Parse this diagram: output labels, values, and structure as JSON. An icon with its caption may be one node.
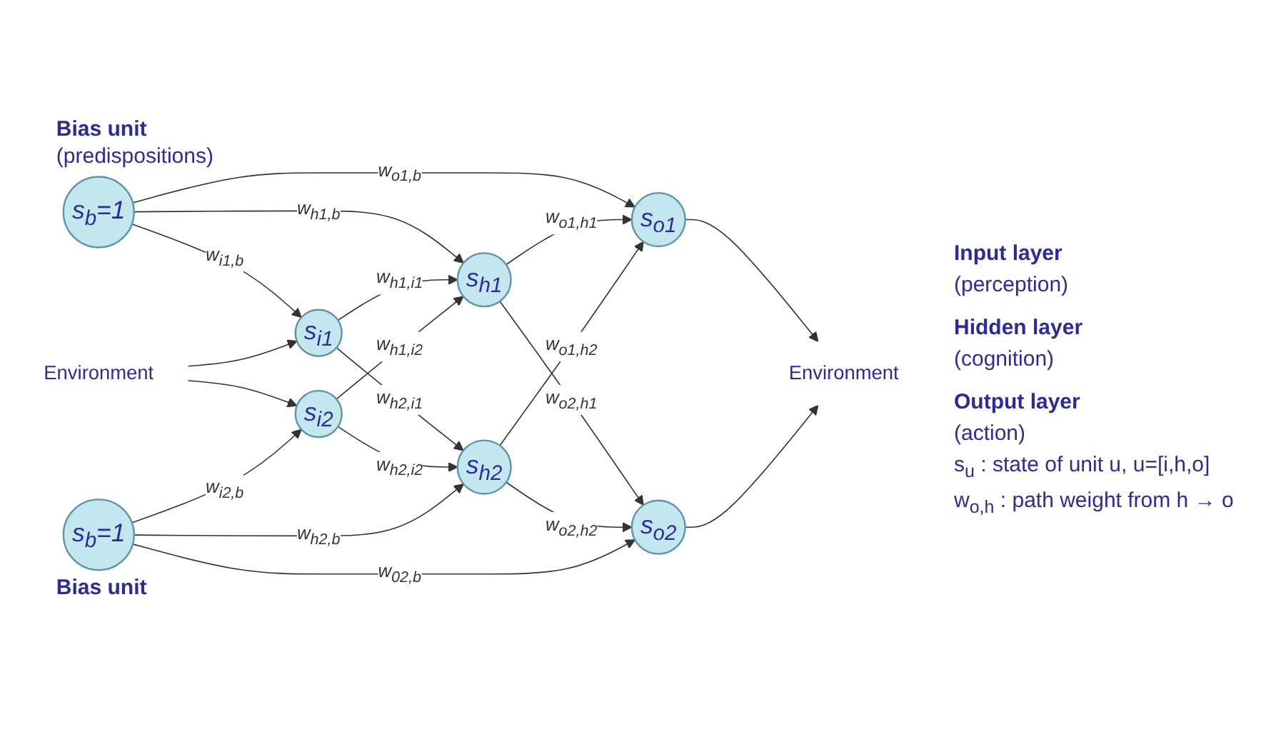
{
  "diagram": {
    "nodes": [
      {
        "text": [
          "s$_{b}$=1"
        ],
        "beside": [
          "Bias unit",
          "(predispositions)"
        ]
      },
      {
        "text": [
          "Environment"
        ]
      },
      {
        "text": [
          "s$_{i1}$"
        ]
      },
      {
        "text": [
          "s$_{h1}$"
        ]
      },
      {
        "text": [
          "s$_{o1}$"
        ]
      },
      {
        "text": [
          "Environment"
        ]
      },
      {
        "text": [
          "s$_{i2}$"
        ]
      },
      {
        "text": [
          "s$_{h2}$"
        ]
      },
      {
        "text": [
          "s$_{o2}$"
        ]
      },
      {
        "text": [
          "s$_{b}$=1"
        ],
        "beside": [
          "Bias unit"
        ]
      }
    ],
    "edges": [
      {
        "from": 0,
        "to": 2,
        "arrow": "to",
        "label": "w$_{i1,b}$"
      },
      {
        "from": 0,
        "to": 3,
        "arrow": "to",
        "label": "w$_{h1,b}$"
      },
      {
        "from": 0,
        "to": 4,
        "arrow": "to",
        "label": "w$_{o1,b}$"
      },
      {
        "from": 1,
        "to": 2,
        "arrow": "to"
      },
      {
        "from": 1,
        "to": 6,
        "arrow": "to"
      },
      {
        "from": 2,
        "to": 3,
        "arrow": "to",
        "label": "w$_{h1,i1}$"
      },
      {
        "from": 2,
        "to": 7,
        "arrow": "to",
        "label": "w$_{h2,i1}$"
      },
      {
        "from": 6,
        "to": 3,
        "arrow": "to",
        "label": "w$_{h1,i2}$"
      },
      {
        "from": 6,
        "to": 7,
        "arrow": "to",
        "label": "w$_{h2,i2}$"
      },
      {
        "from": 3,
        "to": 4,
        "arrow": "to",
        "label": "w$_{o1,h1}$"
      },
      {
        "from": 3,
        "to": 8,
        "arrow": "to",
        "label": "w$_{o2,h1}$"
      },
      {
        "from": 7,
        "to": 4,
        "arrow": "to",
        "label": "w$_{o1,h2}$"
      },
      {
        "from": 7,
        "to": 8,
        "arrow": "to",
        "label": "w$_{o2,h2}$"
      },
      {
        "from": 4,
        "to": 5,
        "arrow": "to"
      },
      {
        "from": 8,
        "to": 5,
        "arrow": "to"
      },
      {
        "from": 9,
        "to": 6,
        "arrow": "to",
        "label": "w$_{i2,b}$"
      },
      {
        "from": 9,
        "to": 7,
        "arrow": "to",
        "label": "w$_{h2,b}$"
      },
      {
        "from": 9,
        "to": 8,
        "arrow": "to",
        "label": "w$_{02,b}$"
      }
    ],
    "labels": [
      "Input layer",
      "(perception)",
      "Hidden layer",
      "(cognition)",
      "Output layer",
      "(action)",
      "s$_{u}$ : state of unit u, u=[i,h,o]",
      "w$_{o,h}$ : path weight from h → o"
    ]
  }
}
